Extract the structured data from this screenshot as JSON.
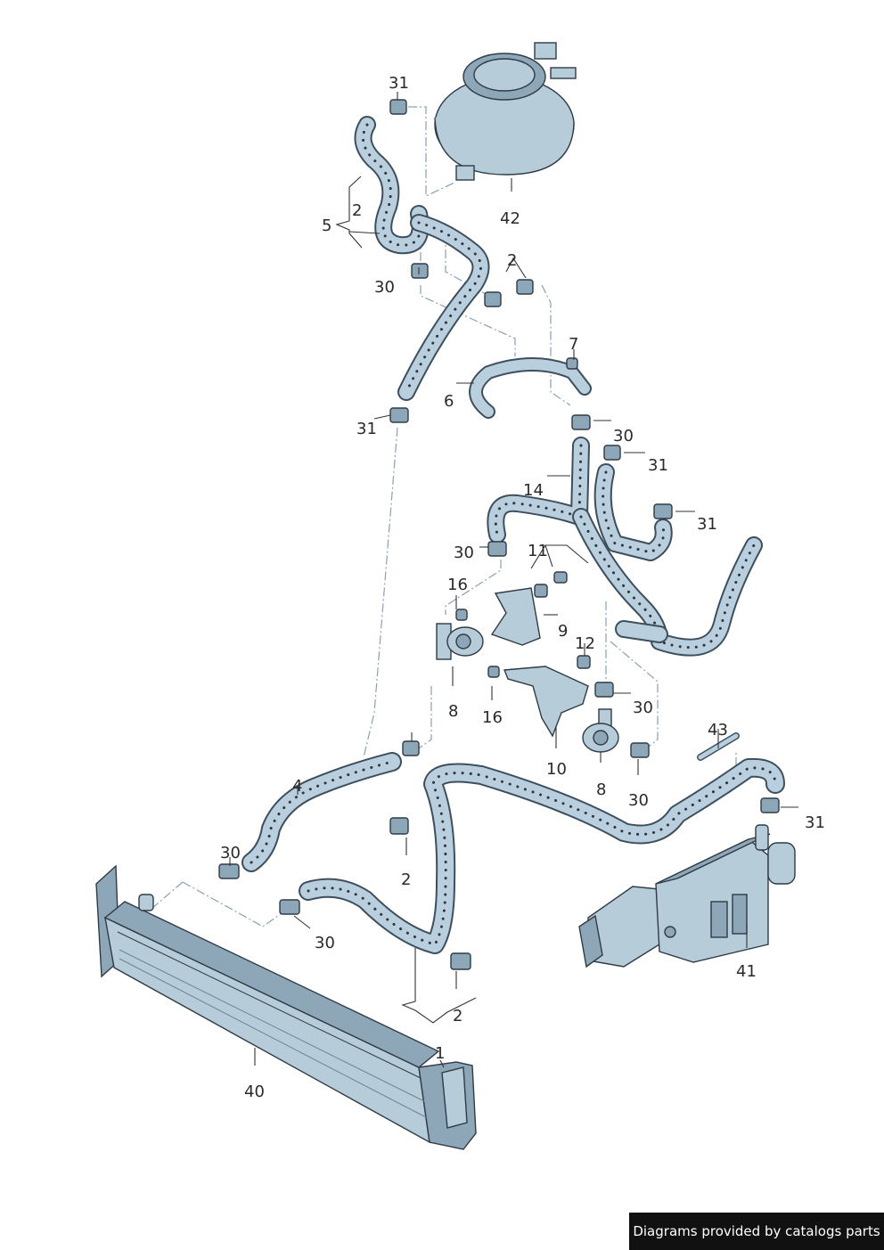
{
  "callouts": [
    "31",
    "2",
    "5",
    "42",
    "30",
    "2",
    "7",
    "6",
    "31",
    "30",
    "31",
    "14",
    "31",
    "30",
    "11",
    "16",
    "9",
    "12",
    "8",
    "16",
    "30",
    "10",
    "8",
    "30",
    "43",
    "31",
    "4",
    "30",
    "2",
    "30",
    "41",
    "2",
    "1",
    "40"
  ],
  "footer_text": "Diagrams provided by catalogs parts",
  "colors": {
    "part_fill": "#b7ccd9",
    "outline": "#2e3b46",
    "leader_dash": "#8aa0b4",
    "footer_bg": "#111111"
  }
}
